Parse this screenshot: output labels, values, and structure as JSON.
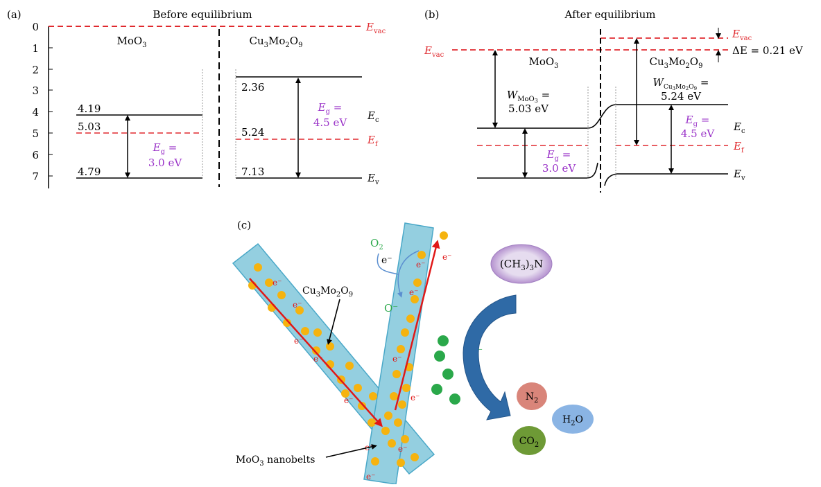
{
  "panel_a": {
    "label": "(a)",
    "title": "Before equilibrium",
    "axis_ticks": [
      "0",
      "1",
      "2",
      "3",
      "4",
      "5",
      "6",
      "7"
    ],
    "left_material": {
      "main": "MoO",
      "sub": "3"
    },
    "right_material": {
      "p1": "Cu",
      "s1": "3",
      "p2": "Mo",
      "s2": "2",
      "p3": "O",
      "s3": "9"
    },
    "left_values": {
      "ec": "4.19",
      "ef": "5.03",
      "ev": "4.79"
    },
    "right_values": {
      "ec": "2.36",
      "ef": "5.24",
      "ev": "7.13"
    },
    "left_gap": {
      "sym": "E",
      "sub": "g",
      "eq": " =",
      "val": "3.0 eV"
    },
    "right_gap": {
      "sym": "E",
      "sub": "g",
      "eq": " =",
      "val": "4.5 eV"
    },
    "levels": {
      "vac_sub": "vac",
      "c_sub": "c",
      "f_sub": "f",
      "v_sub": "v",
      "sym": "E"
    }
  },
  "panel_b": {
    "label": "(b)",
    "title": "After equilibrium",
    "left_material": {
      "main": "MoO",
      "sub": "3"
    },
    "right_material": {
      "p1": "Cu",
      "s1": "3",
      "p2": "Mo",
      "s2": "2",
      "p3": "O",
      "s3": "9"
    },
    "w_left": {
      "sym": "W",
      "sub": "MoO",
      "subsub": "3",
      "eq": " =",
      "val": "5.03 eV"
    },
    "w_right": {
      "sym": "W",
      "sub": "Cu",
      "s1": "3",
      "sub2": "Mo",
      "s2": "2",
      "sub3": "O",
      "s3": "9",
      "eq": " =",
      "val": "5.24 eV"
    },
    "delta_e": "ΔE = 0.21 eV",
    "left_gap": {
      "sym": "E",
      "sub": "g",
      "eq": " =",
      "val": "3.0 eV"
    },
    "right_gap": {
      "sym": "E",
      "sub": "g",
      "eq": " =",
      "val": "4.5 eV"
    }
  },
  "panel_c": {
    "label": "(c)",
    "o2": {
      "main": "O",
      "sub": "2"
    },
    "electron": "e⁻",
    "o_minus": "O⁻",
    "cu_label": {
      "p1": "Cu",
      "s1": "3",
      "p2": "Mo",
      "s2": "2",
      "p3": "O",
      "s3": "9"
    },
    "tma": {
      "p1": "(CH",
      "s1": "3",
      "p2": ")",
      "s2": "3",
      "p3": "N"
    },
    "n2": {
      "main": "N",
      "sub": "2"
    },
    "h2o": {
      "p1": "H",
      "s1": "2",
      "p2": "O"
    },
    "co2": {
      "main": "CO",
      "sub": "2"
    },
    "moo3_nanobelts": {
      "p1": "MoO",
      "s1": "3",
      "p2": " nanobelts"
    }
  },
  "colors": {
    "red": "#e0292e",
    "purple": "#9a32c8",
    "green": "#2aa84a",
    "belt_fill": "#94cfe0",
    "belt_stroke": "#4aa8c8",
    "dot": "#f5b30f",
    "arrow_red": "#e01818",
    "big_arrow": "#2f6aa6",
    "n2": "#d9857a",
    "h2o": "#8ab4e4",
    "co2": "#6e9a36",
    "tma_fill": "#d7c7e6"
  }
}
